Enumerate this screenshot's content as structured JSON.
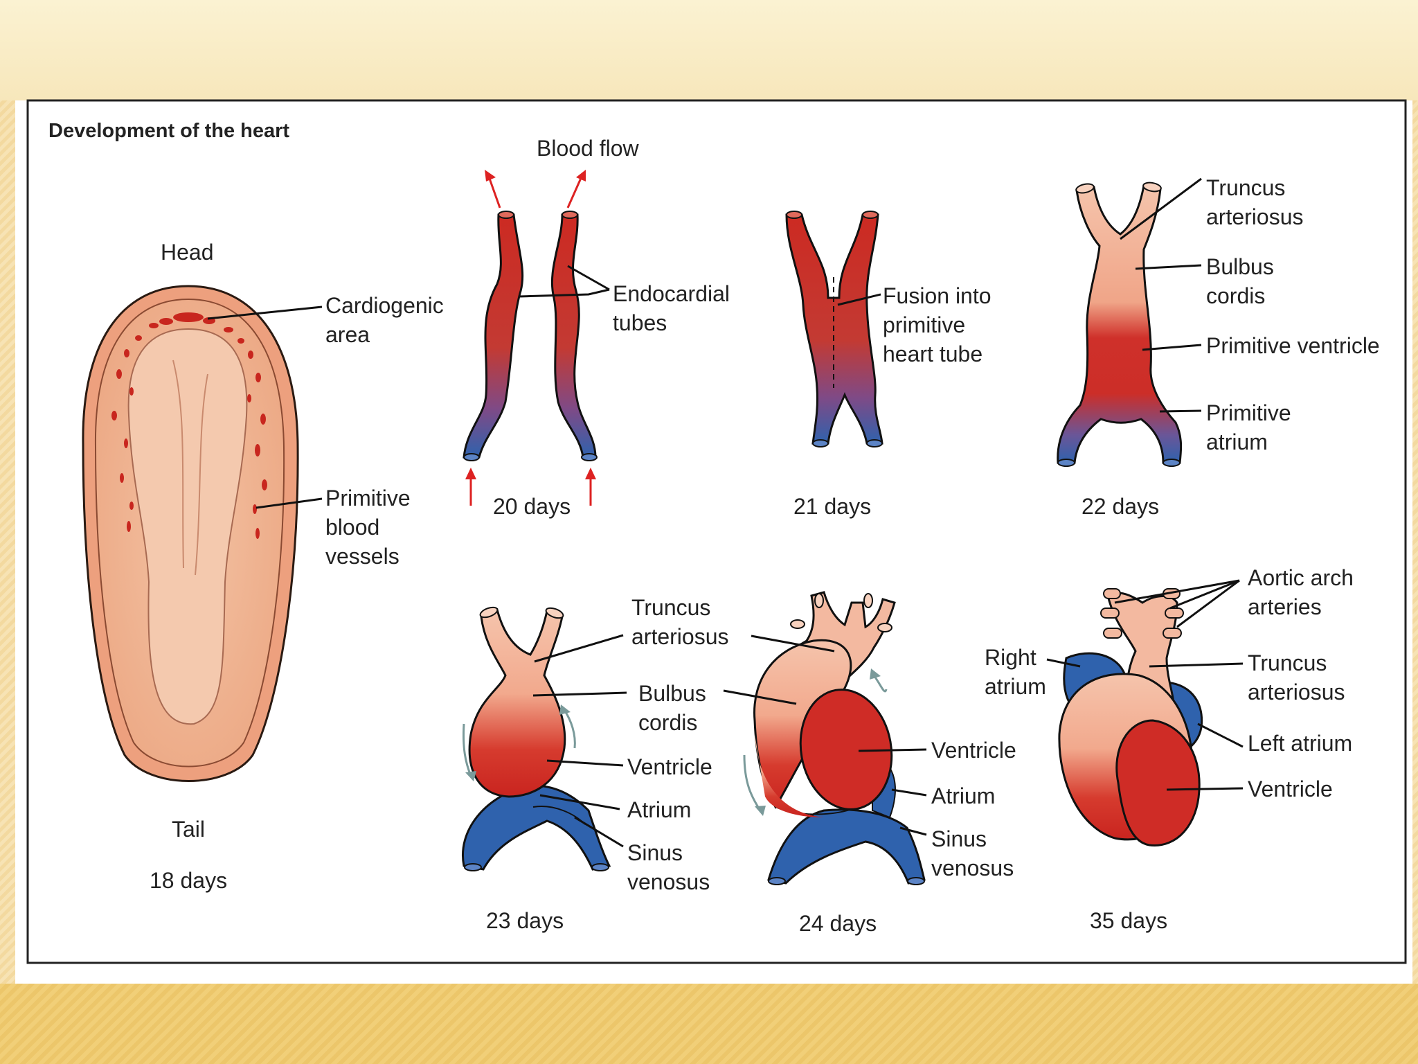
{
  "title": "Development of the heart",
  "blood_flow": "Blood flow",
  "stages": {
    "d18": {
      "day": "18 days",
      "head": "Head",
      "tail": "Tail",
      "cardiogenic": [
        "Cardiogenic",
        "area"
      ],
      "vessels": [
        "Primitive",
        "blood",
        "vessels"
      ]
    },
    "d20": {
      "day": "20 days",
      "endocardial": [
        "Endocardial",
        "tubes"
      ]
    },
    "d21": {
      "day": "21 days",
      "fusion": [
        "Fusion into",
        "primitive",
        "heart tube"
      ]
    },
    "d22": {
      "day": "22 days",
      "truncus": [
        "Truncus",
        "arteriosus"
      ],
      "bulbus": [
        "Bulbus",
        "cordis"
      ],
      "ventricle": "Primitive ventricle",
      "atrium": [
        "Primitive",
        "atrium"
      ]
    },
    "d23": {
      "day": "23 days",
      "truncus": [
        "Truncus",
        "arteriosus"
      ],
      "bulbus": [
        "Bulbus",
        "cordis"
      ],
      "ventricle": "Ventricle",
      "atrium": "Atrium",
      "sinus": [
        "Sinus",
        "venosus"
      ]
    },
    "d24": {
      "day": "24 days",
      "ventricle": "Ventricle",
      "atrium": "Atrium",
      "sinus": [
        "Sinus",
        "venosus"
      ]
    },
    "d35": {
      "day": "35 days",
      "aortic": [
        "Aortic arch",
        "arteries"
      ],
      "right_atrium": [
        "Right",
        "atrium"
      ],
      "truncus": [
        "Truncus",
        "arteriosus"
      ],
      "left_atrium": "Left atrium",
      "ventricle": "Ventricle"
    }
  },
  "colors": {
    "arterial": "#cc2a22",
    "venous": "#2f62ad",
    "pale": "#f2b59d",
    "outline": "#111111"
  }
}
